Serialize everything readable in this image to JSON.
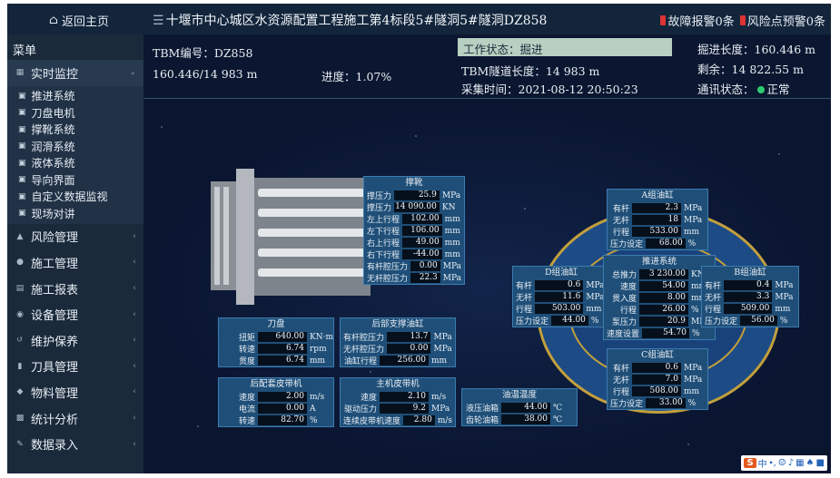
{
  "topbar": {
    "home_label": "返回主页",
    "home_icon": "home-icon",
    "title": "十堰市中心城区水资源配置工程施工第4标段5#隧洞5#隧洞DZ858",
    "alarm_fault": "故障报警0条",
    "alarm_risk": "风险点预警0条",
    "alarm_color": "#dd3333"
  },
  "sidebar": {
    "header": "菜单",
    "active": {
      "label": "实时监控",
      "icon": "monitor-icon"
    },
    "subitems": [
      "推进系统",
      "刀盘电机",
      "撑靴系统",
      "润滑系统",
      "液体系统",
      "导向界面",
      "自定义数据监视",
      "现场对讲"
    ],
    "items": [
      {
        "label": "风险管理",
        "icon": "bell-icon"
      },
      {
        "label": "施工管理",
        "icon": "users-icon"
      },
      {
        "label": "施工报表",
        "icon": "report-icon"
      },
      {
        "label": "设备管理",
        "icon": "device-icon"
      },
      {
        "label": "维护保养",
        "icon": "wrench-icon"
      },
      {
        "label": "刀具管理",
        "icon": "tool-icon"
      },
      {
        "label": "物料管理",
        "icon": "box-icon"
      },
      {
        "label": "统计分析",
        "icon": "stats-icon"
      },
      {
        "label": "数据录入",
        "icon": "pen-icon"
      }
    ]
  },
  "header": {
    "tbm_label": "TBM编号：",
    "tbm_value": "DZ858",
    "progress_pair": "160.446/14 983 m",
    "progress_label": "进度：",
    "progress_value": "1.07%",
    "work_status_label": "工作状态：",
    "work_status_value": "掘进",
    "tunnel_length_label": "TBM隧道长度：",
    "tunnel_length_value": "14 983 m",
    "sample_time_label": "采集时间：",
    "sample_time_value": "2021-08-12 20:50:23",
    "excavation_length_label": "掘进长度：",
    "excavation_length_value": "160.446 m",
    "remaining_label": "剩余：",
    "remaining_value": "14 822.55 m",
    "comm_label": "通讯状态：",
    "comm_value": "正常",
    "status_color": "#2ecc71"
  },
  "panels": {
    "support": {
      "title": "撑靴",
      "rows": [
        {
          "label": "撑压力",
          "value": "25.9",
          "unit": "MPa"
        },
        {
          "label": "撑压力",
          "value": "14 090.00",
          "unit": "KN"
        },
        {
          "label": "左上行程",
          "value": "102.00",
          "unit": "mm"
        },
        {
          "label": "左下行程",
          "value": "106.00",
          "unit": "mm"
        },
        {
          "label": "右上行程",
          "value": "49.00",
          "unit": "mm"
        },
        {
          "label": "右下行程",
          "value": "-44.00",
          "unit": "mm"
        },
        {
          "label": "有杆腔压力",
          "value": "0.00",
          "unit": "MPa"
        },
        {
          "label": "无杆腔压力",
          "value": "22.3",
          "unit": "MPa"
        }
      ]
    },
    "cutter": {
      "title": "刀盘",
      "rows": [
        {
          "label": "扭矩",
          "value": "640.00",
          "unit": "KN·m"
        },
        {
          "label": "转速",
          "value": "6.74",
          "unit": "rpm"
        },
        {
          "label": "贯度",
          "value": "6.74",
          "unit": "mm"
        }
      ]
    },
    "rear_cyl": {
      "title": "后部支撑油缸",
      "rows": [
        {
          "label": "有杆腔压力",
          "value": "13.7",
          "unit": "MPa"
        },
        {
          "label": "无杆腔压力",
          "value": "0.00",
          "unit": "MPa"
        },
        {
          "label": "油缸行程",
          "value": "256.00",
          "unit": "mm"
        }
      ]
    },
    "rear_belt": {
      "title": "后配套皮带机",
      "rows": [
        {
          "label": "速度",
          "value": "2.00",
          "unit": "m/s"
        },
        {
          "label": "电流",
          "value": "0.00",
          "unit": "A"
        },
        {
          "label": "转速",
          "value": "82.70",
          "unit": "%"
        }
      ]
    },
    "main_belt": {
      "title": "主机皮带机",
      "rows": [
        {
          "label": "速度",
          "value": "2.10",
          "unit": "m/s"
        },
        {
          "label": "驱动压力",
          "value": "9.2",
          "unit": "MPa"
        },
        {
          "label": "连续皮带机速度",
          "value": "2.80",
          "unit": "m/s"
        }
      ]
    },
    "oil_temp": {
      "title": "油温温度",
      "rows": [
        {
          "label": "液压油箱",
          "value": "44.00",
          "unit": "℃"
        },
        {
          "label": "齿轮油箱",
          "value": "38.00",
          "unit": "℃"
        }
      ]
    },
    "group_a": {
      "title": "A组油缸",
      "rows": [
        {
          "label": "有杆",
          "value": "2.3",
          "unit": "MPa"
        },
        {
          "label": "无杆",
          "value": "18",
          "unit": "MPa"
        },
        {
          "label": "行程",
          "value": "533.00",
          "unit": "mm"
        },
        {
          "label": "压力设定",
          "value": "68.00",
          "unit": "%"
        }
      ]
    },
    "group_d": {
      "title": "D组油缸",
      "rows": [
        {
          "label": "有杆",
          "value": "0.6",
          "unit": "MPa"
        },
        {
          "label": "无杆",
          "value": "11.6",
          "unit": "MPa"
        },
        {
          "label": "行程",
          "value": "503.00",
          "unit": "mm"
        },
        {
          "label": "压力设定",
          "value": "44.00",
          "unit": "%"
        }
      ]
    },
    "propulsion": {
      "title": "推进系统",
      "rows": [
        {
          "label": "总推力",
          "value": "3 230.00",
          "unit": "KN"
        },
        {
          "label": "速度",
          "value": "54.00",
          "unit": "mm/min"
        },
        {
          "label": "贯入度",
          "value": "8.00",
          "unit": "mm/r"
        },
        {
          "label": "行程",
          "value": "26.00",
          "unit": "%"
        },
        {
          "label": "泵压力",
          "value": "20.9",
          "unit": "MPa"
        },
        {
          "label": "速度设置",
          "value": "54.70",
          "unit": "%"
        }
      ]
    },
    "group_b": {
      "title": "B组油缸",
      "rows": [
        {
          "label": "有杆",
          "value": "0.4",
          "unit": "MPa"
        },
        {
          "label": "无杆",
          "value": "3.3",
          "unit": "MPa"
        },
        {
          "label": "行程",
          "value": "509.00",
          "unit": "mm"
        },
        {
          "label": "压力设定",
          "value": "56.00",
          "unit": "%"
        }
      ]
    },
    "group_c": {
      "title": "C组油缸",
      "rows": [
        {
          "label": "有杆",
          "value": "0.6",
          "unit": "MPa"
        },
        {
          "label": "无杆",
          "value": "7.0",
          "unit": "MPa"
        },
        {
          "label": "行程",
          "value": "508.00",
          "unit": "mm"
        },
        {
          "label": "压力设定",
          "value": "33.00",
          "unit": "%"
        }
      ]
    }
  },
  "footer": {
    "ime_brand": "S",
    "ime_label": "中"
  }
}
